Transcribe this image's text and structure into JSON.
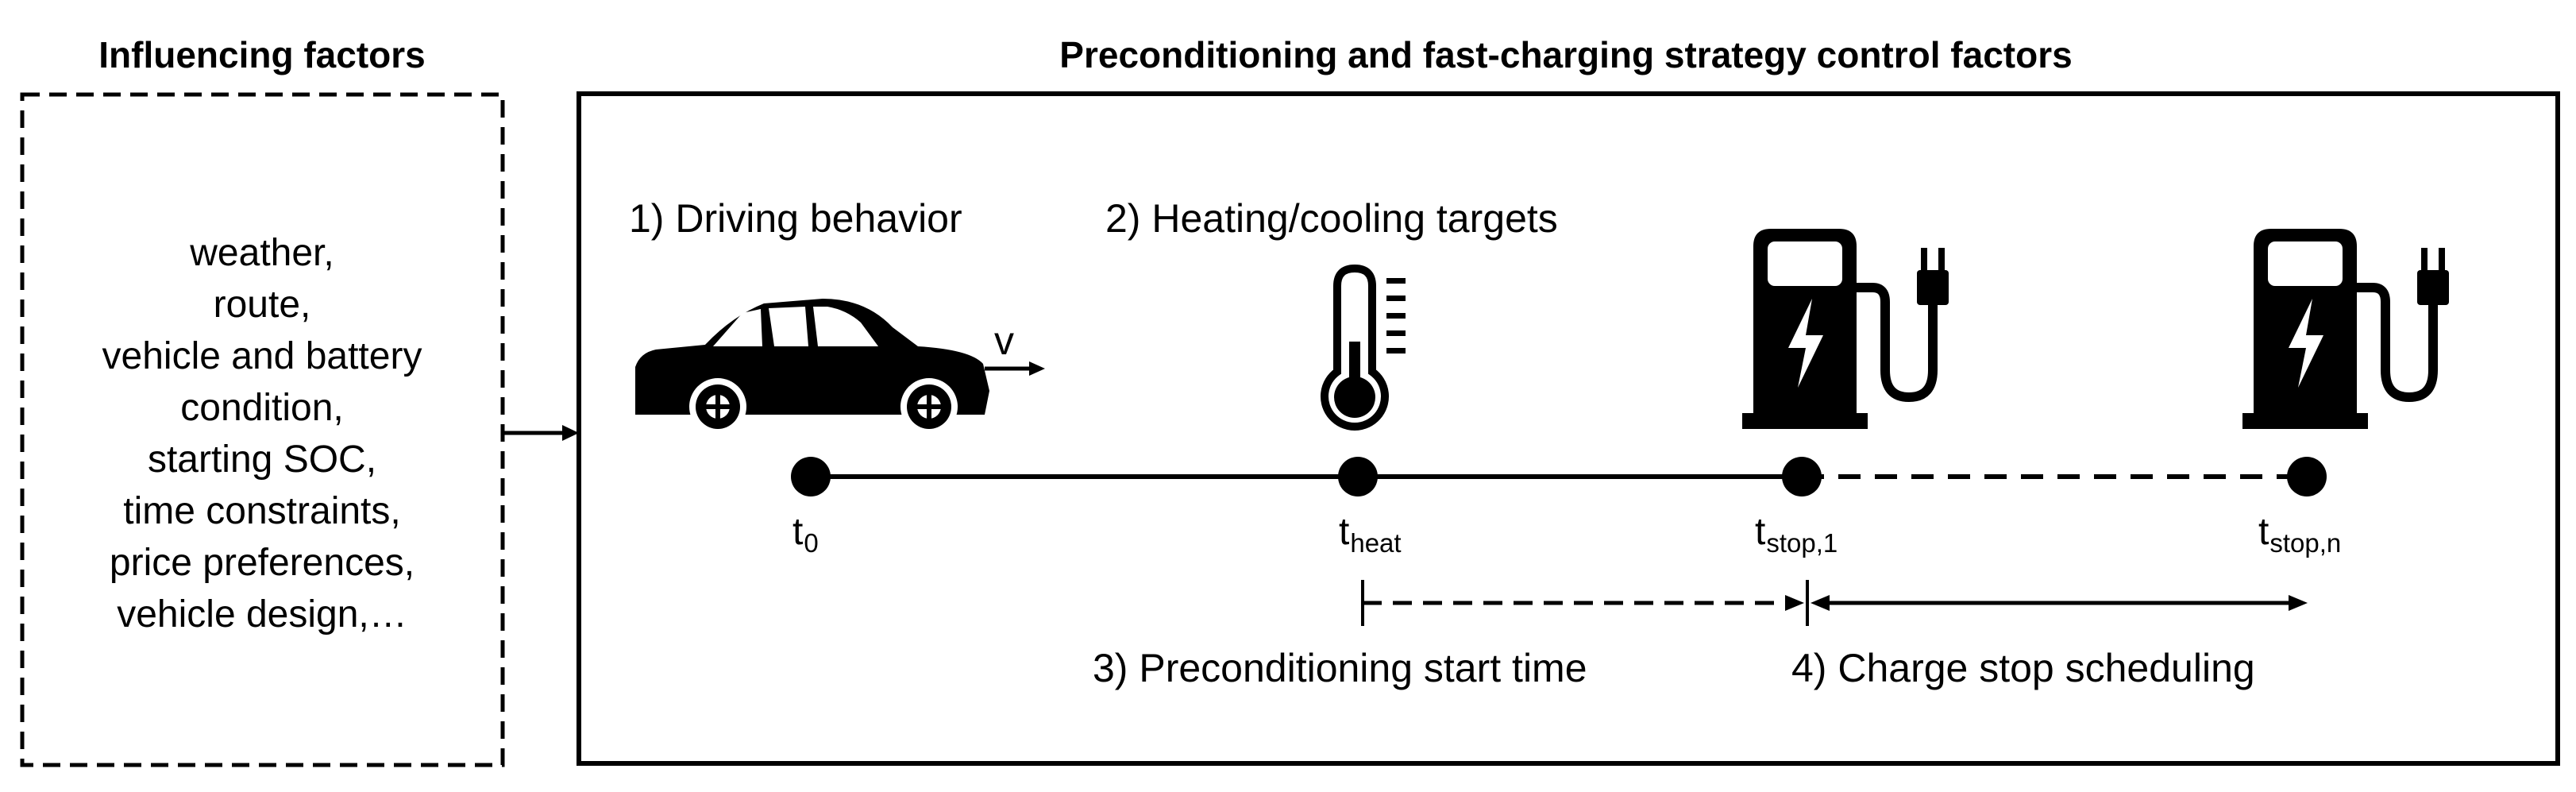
{
  "headings": {
    "influencing": "Influencing factors",
    "control": "Preconditioning and fast-charging strategy control factors"
  },
  "influencing_factors": [
    "weather,",
    "route,",
    "vehicle and battery",
    "condition,",
    "starting SOC,",
    "time constraints,",
    "price preferences,",
    "vehicle design,…"
  ],
  "control_factors": {
    "driving": "1) Driving behavior",
    "heating": "2) Heating/cooling targets",
    "precond": "3) Preconditioning start time",
    "charge": "4) Charge stop scheduling"
  },
  "velocity_label": "v",
  "timeline": [
    {
      "base": "t",
      "sub": "0"
    },
    {
      "base": "t",
      "sub": "heat"
    },
    {
      "base": "t",
      "sub": "stop,1"
    },
    {
      "base": "t",
      "sub": "stop,n"
    }
  ],
  "icons": [
    "car-icon",
    "thermometer-icon",
    "charging-station-icon",
    "charging-station-icon"
  ]
}
